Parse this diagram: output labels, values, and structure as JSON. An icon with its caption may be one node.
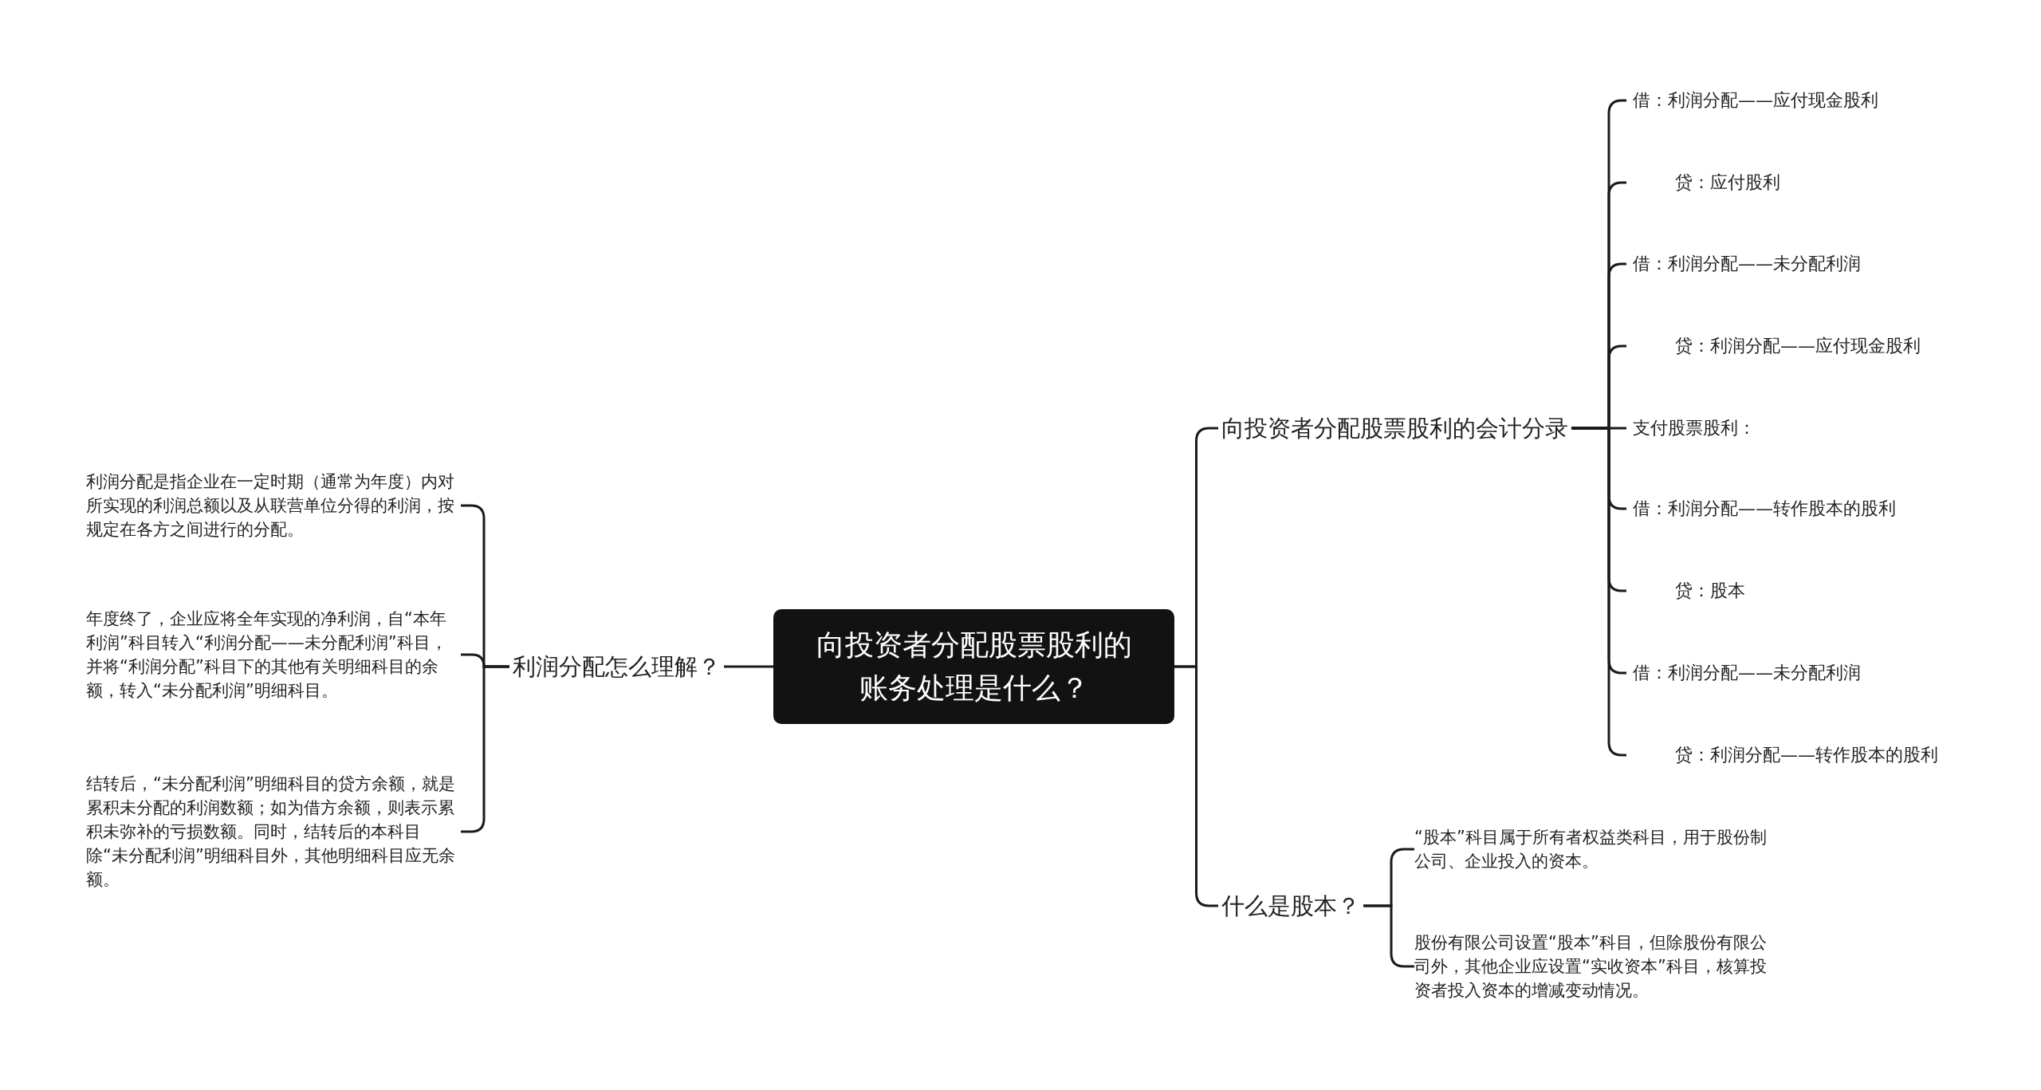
{
  "diagram": {
    "nodes": [
      {
        "text": [
          "向投资者分配股票股利的账务处理是什么？"
        ]
      },
      {
        "text": [
          "利润分配怎么理解？"
        ]
      },
      {
        "text": [
          "利润分配是指企业在一定时期（通常为年度）内对所实现的利润总额以及从联营单位分得的利润，按规定在各方之间进行的分配。"
        ]
      },
      {
        "text": [
          "年度终了，企业应将全年实现的净利润，自“本年利润”科目转入“利润分配——未分配利润”科目，并将“利润分配”科目下的其他有关明细科目的余额，转入“未分配利润”明细科目。"
        ]
      },
      {
        "text": [
          "结转后，“未分配利润”明细科目的贷方余额，就是累积未分配的利润数额；如为借方余额，则表示累积未弥补的亏损数额。同时，结转后的本科目除“未分配利润”明细科目外，其他明细科目应无余额。"
        ]
      },
      {
        "text": [
          "向投资者分配股票股利的会计分录"
        ]
      },
      {
        "text": [
          "借：利润分配——应付现金股利"
        ]
      },
      {
        "text": [
          "贷：应付股利"
        ]
      },
      {
        "text": [
          "借：利润分配——未分配利润"
        ]
      },
      {
        "text": [
          "贷：利润分配——应付现金股利"
        ]
      },
      {
        "text": [
          "支付股票股利："
        ]
      },
      {
        "text": [
          "借：利润分配——转作股本的股利"
        ]
      },
      {
        "text": [
          "贷：股本"
        ]
      },
      {
        "text": [
          "借：利润分配——未分配利润"
        ]
      },
      {
        "text": [
          "贷：利润分配——转作股本的股利"
        ]
      },
      {
        "text": [
          "什么是股本？"
        ]
      },
      {
        "text": [
          "“股本”科目属于所有者权益类科目，用于股份制公司、企业投入的资本。"
        ]
      },
      {
        "text": [
          "股份有限公司设置“股本”科目，但除股份有限公司外，其他企业应设置“实收资本”科目，核算投资者投入资本的增减变动情况。"
        ]
      }
    ],
    "edges": [
      {
        "from": 0,
        "to": 1,
        "arrow": "none"
      },
      {
        "from": 1,
        "to": 2,
        "arrow": "none"
      },
      {
        "from": 1,
        "to": 3,
        "arrow": "none"
      },
      {
        "from": 1,
        "to": 4,
        "arrow": "none"
      },
      {
        "from": 0,
        "to": 5,
        "arrow": "none"
      },
      {
        "from": 5,
        "to": 6,
        "arrow": "none"
      },
      {
        "from": 5,
        "to": 7,
        "arrow": "none"
      },
      {
        "from": 5,
        "to": 8,
        "arrow": "none"
      },
      {
        "from": 5,
        "to": 9,
        "arrow": "none"
      },
      {
        "from": 5,
        "to": 10,
        "arrow": "none"
      },
      {
        "from": 5,
        "to": 11,
        "arrow": "none"
      },
      {
        "from": 5,
        "to": 12,
        "arrow": "none"
      },
      {
        "from": 5,
        "to": 13,
        "arrow": "none"
      },
      {
        "from": 5,
        "to": 14,
        "arrow": "none"
      },
      {
        "from": 0,
        "to": 15,
        "arrow": "none"
      },
      {
        "from": 15,
        "to": 16,
        "arrow": "none"
      },
      {
        "from": 15,
        "to": 17,
        "arrow": "none"
      }
    ]
  }
}
